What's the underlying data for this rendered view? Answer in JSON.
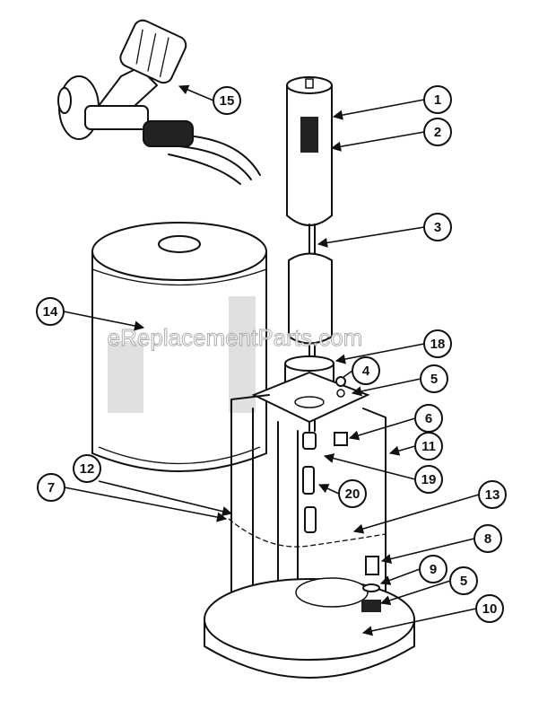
{
  "watermark": "eReplacementParts.com",
  "callouts": [
    {
      "label": "1"
    },
    {
      "label": "2"
    },
    {
      "label": "3"
    },
    {
      "label": "18"
    },
    {
      "label": "4"
    },
    {
      "label": "5"
    },
    {
      "label": "6"
    },
    {
      "label": "11"
    },
    {
      "label": "19"
    },
    {
      "label": "20"
    },
    {
      "label": "13"
    },
    {
      "label": "8"
    },
    {
      "label": "9"
    },
    {
      "label": "5"
    },
    {
      "label": "10"
    },
    {
      "label": "14"
    },
    {
      "label": "15"
    },
    {
      "label": "12"
    },
    {
      "label": "7"
    }
  ]
}
